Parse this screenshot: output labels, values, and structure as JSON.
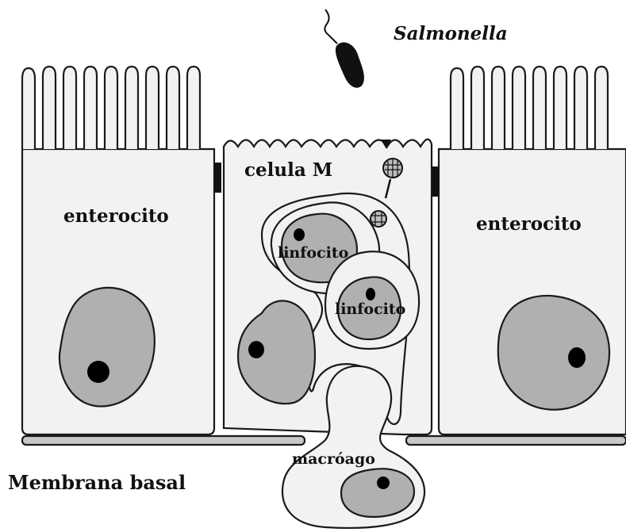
{
  "labels": {
    "bacterium": "Salmonella",
    "enterocyte_left": "enterocito",
    "enterocyte_right": "enterocito",
    "m_cell": "celula M",
    "lymphocyte_1": "linfocito",
    "lymphocyte_2": "linfocito",
    "macrophage": "macróago",
    "basal_membrane": "Membrana basal"
  },
  "colors": {
    "cell_fill": "#f2f2f2",
    "nucleus_fill": "#b0b0b0",
    "nucleolus_fill": "#000000",
    "outline": "#1a1a1a",
    "tight_junction": "#111111",
    "membrane_fill": "#c8c8c8"
  }
}
